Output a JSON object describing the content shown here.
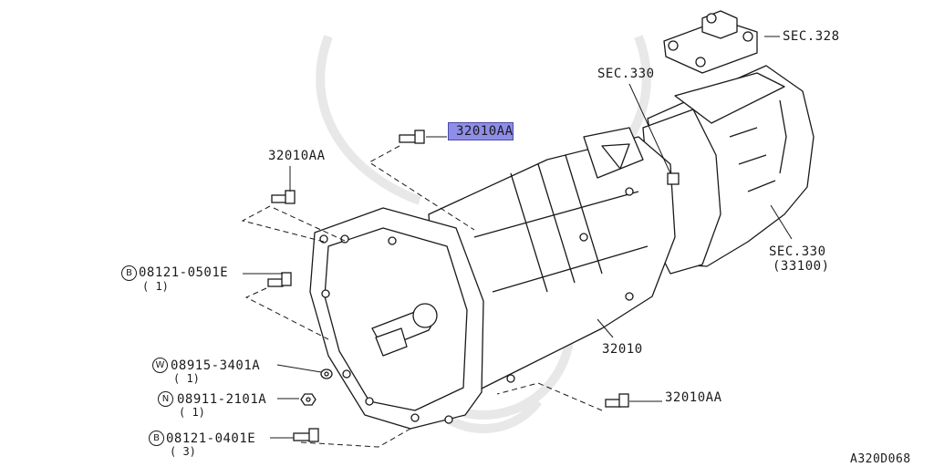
{
  "callouts": {
    "sec328": {
      "text": "SEC.328"
    },
    "sec330_top": {
      "text": "SEC.330"
    },
    "highlighted": {
      "text": "32010AA",
      "highlight_color": "#8e8ee8"
    },
    "left_upper": {
      "text": "32010AA"
    },
    "b_0501": {
      "prefix": "B",
      "text": "08121-0501E",
      "qty": "( 1)"
    },
    "w_3401": {
      "prefix": "W",
      "text": "08915-3401A",
      "qty": "( 1)"
    },
    "n_2101": {
      "prefix": "N",
      "text": "08911-2101A",
      "qty": "( 1)"
    },
    "b_0401": {
      "prefix": "B",
      "text": "08121-0401E",
      "qty": "( 3)"
    },
    "sec330_right": {
      "text": "SEC.330",
      "sub": "(33100)"
    },
    "part_32010": {
      "text": "32010"
    },
    "right_lower": {
      "text": "32010AA"
    }
  },
  "diagram_id": "A320D068",
  "colors": {
    "line": "#1a1a1a",
    "highlight": "#8e8ee8",
    "watermark": "#e6e6e6"
  }
}
